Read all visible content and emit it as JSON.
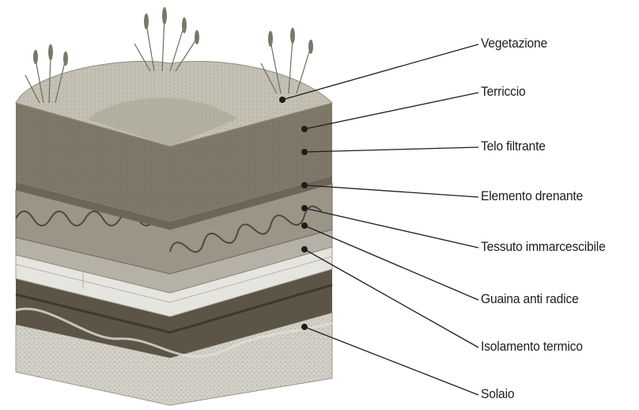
{
  "diagram": {
    "labels": [
      "Vegetazione",
      "Terriccio",
      "Telo filtrante",
      "Elemento drenante",
      "Tessuto immarcescibile",
      "Guaina anti radice",
      "Isolamento termico",
      "Solaio"
    ]
  },
  "colors": {
    "vegetation": "#c9c6b9",
    "soil": "#7e7768",
    "filter": "#6d6658",
    "drainage": "#9a9587",
    "fabric": "#b5b1a6",
    "root_barrier": "#e6e4df",
    "insulation": "#5c5446",
    "slab": "#d2d0c7",
    "leader_line": "#1d1d1d"
  }
}
